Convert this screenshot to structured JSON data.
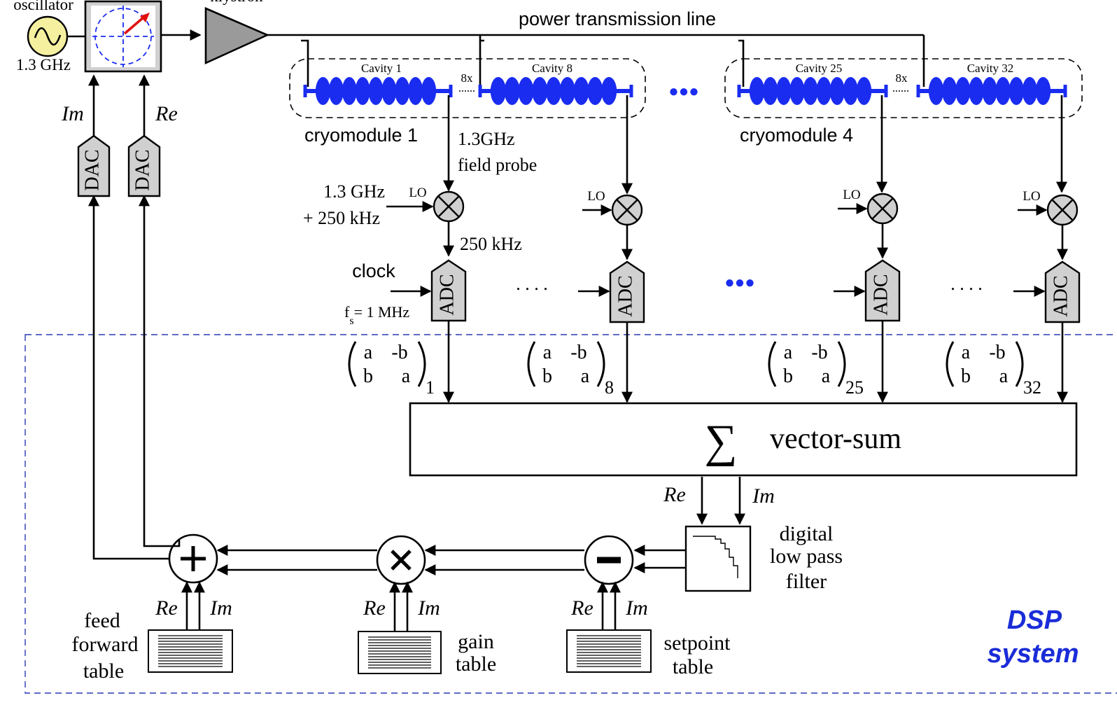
{
  "colors": {
    "accent_blue": "#1a2cf0",
    "dsp_label": "#1a2cd8",
    "dashed_border": "#2a38b0",
    "vector_arrow": "#e01010",
    "oscillator_fill": "#f5f0a0",
    "component_fill": "#d0d0d0",
    "klystron_fill": "#9a9a9a"
  },
  "top": {
    "oscillator_label": "oscillator",
    "oscillator_freq": "1.3 GHz",
    "klystron_label": "klystron",
    "power_line_label": "power transmission line"
  },
  "cavities": [
    {
      "label": "Cavity 1"
    },
    {
      "label": "Cavity 8"
    },
    {
      "label": "Cavity 25"
    },
    {
      "label": "Cavity 32"
    }
  ],
  "multiplier_labels": [
    "8x",
    "8x"
  ],
  "cryomodules": [
    "cryomodule 1",
    "cryomodule 4"
  ],
  "probe": {
    "line1": "1.3GHz",
    "line2": "field probe"
  },
  "mixer": {
    "lo_label": "LO",
    "lo_input_line1": "1.3 GHz",
    "lo_input_line2": "+ 250 kHz",
    "if_label": "250 kHz"
  },
  "adc": {
    "label": "ADC",
    "clock_label": "clock",
    "fs_label_f": "f",
    "fs_label_sub": "s",
    "fs_label_rest": "= 1 MHz"
  },
  "dots": {
    "black_dots": ". . . .",
    "blue_dots": "●●●"
  },
  "matrix": {
    "a": "a",
    "neg_b": "-b",
    "b": "b",
    "subscripts": [
      "1",
      "8",
      "25",
      "32"
    ]
  },
  "vector_sum": {
    "symbol": "∑",
    "label": "vector-sum"
  },
  "dac": {
    "label": "DAC"
  },
  "iq": {
    "re": "Re",
    "im": "Im"
  },
  "filter": {
    "line1": "digital",
    "line2": "low pass",
    "line3": "filter"
  },
  "operators": {
    "plus": "+",
    "times": "×",
    "minus": "−"
  },
  "tables": {
    "feed_forward": [
      "feed",
      "forward",
      "table"
    ],
    "gain": [
      "gain",
      "table"
    ],
    "setpoint": [
      "setpoint",
      "table"
    ]
  },
  "dsp": {
    "line1": "DSP",
    "line2": "system"
  }
}
